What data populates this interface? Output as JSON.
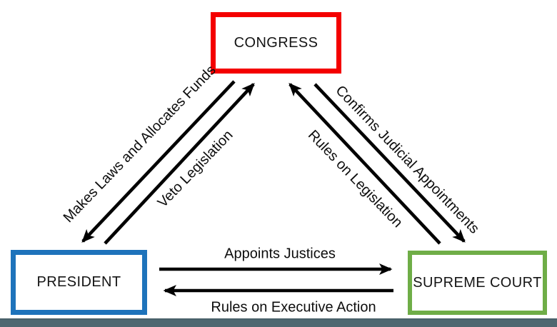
{
  "diagram": {
    "title_implicit": "Checks and Balances",
    "nodes": [
      {
        "id": "congress",
        "label": "CONGRESS",
        "border_color": "#f40000"
      },
      {
        "id": "president",
        "label": "PRESIDENT",
        "border_color": "#1e73bb"
      },
      {
        "id": "supreme-court",
        "label": "SUPREME COURT",
        "border_color": "#6fad47"
      }
    ],
    "edges": [
      {
        "from": "congress",
        "to": "president",
        "label": "Makes Laws and Allocates Funds"
      },
      {
        "from": "president",
        "to": "congress",
        "label": "Veto Legislation"
      },
      {
        "from": "supreme-court",
        "to": "congress",
        "label": "Rules on Legislation"
      },
      {
        "from": "congress",
        "to": "supreme-court",
        "label": "Confirms Judicial Appointments"
      },
      {
        "from": "president",
        "to": "supreme-court",
        "label": "Appoints Justices"
      },
      {
        "from": "supreme-court",
        "to": "president",
        "label": "Rules on Executive Action"
      }
    ],
    "arrow_color": "#000000",
    "footer_bar_color": "#4e6770"
  }
}
